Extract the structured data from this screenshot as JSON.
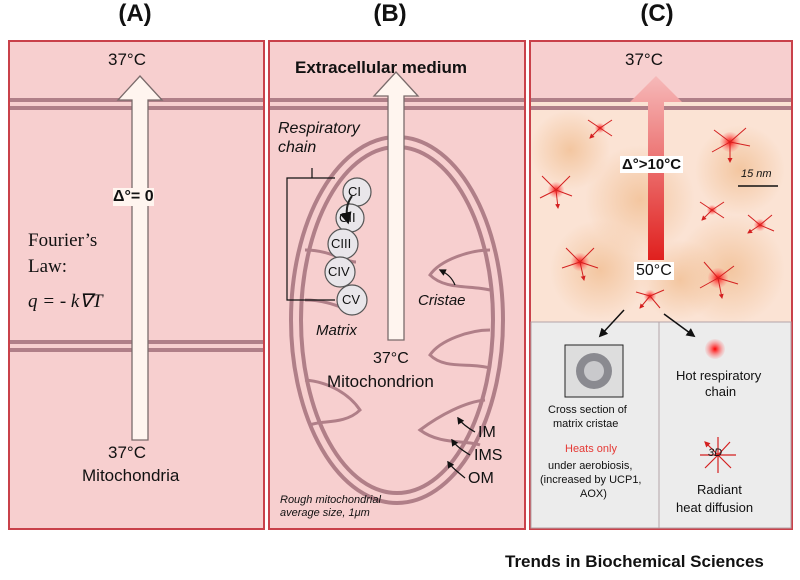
{
  "panels": {
    "a": {
      "label": "(A)",
      "top_temp": "37°C",
      "delta": "Δ°= 0",
      "law_line1": "Fourier’s",
      "law_line2": "Law:",
      "equation": "q = - k∇T",
      "bottom_temp": "37°C",
      "bottom_label": "Mitochondria"
    },
    "b": {
      "label": "(B)",
      "header": "Extracellular medium",
      "chain_line1": "Respiratory",
      "chain_line2": "chain",
      "complexes": [
        "CI",
        "CII",
        "CIII",
        "CIV",
        "CV"
      ],
      "cristae": "Cristae",
      "matrix": "Matrix",
      "temp": "37°C",
      "organelle": "Mitochondrion",
      "membranes": [
        "IM",
        "IMS",
        "OM"
      ],
      "size_line1": "Rough mitochondrial",
      "size_line2": "average size, 1μm"
    },
    "c": {
      "label": "(C)",
      "top_temp": "37°C",
      "delta": "Δ°>10°C",
      "scale": "15 nm",
      "hot_temp": "50°C",
      "cross_line1": "Cross section of",
      "cross_line2": "matrix cristae",
      "heats_only": "Heats only",
      "aero_line1": "under aerobiosis,",
      "aero_line2": "(increased by UCP1,",
      "aero_line3": "AOX)",
      "hot_line1": "Hot respiratory",
      "hot_line2": "chain",
      "three_d": "3D",
      "radiant_line1": "Radiant",
      "radiant_line2": "heat diffusion"
    }
  },
  "footer": "Trends in Biochemical Sciences",
  "colors": {
    "border": "#c9414a",
    "panel_bg": "#f7cfcf",
    "membrane": "#b07f88",
    "hot": "#e0201e",
    "heats_only": "#e53935"
  }
}
